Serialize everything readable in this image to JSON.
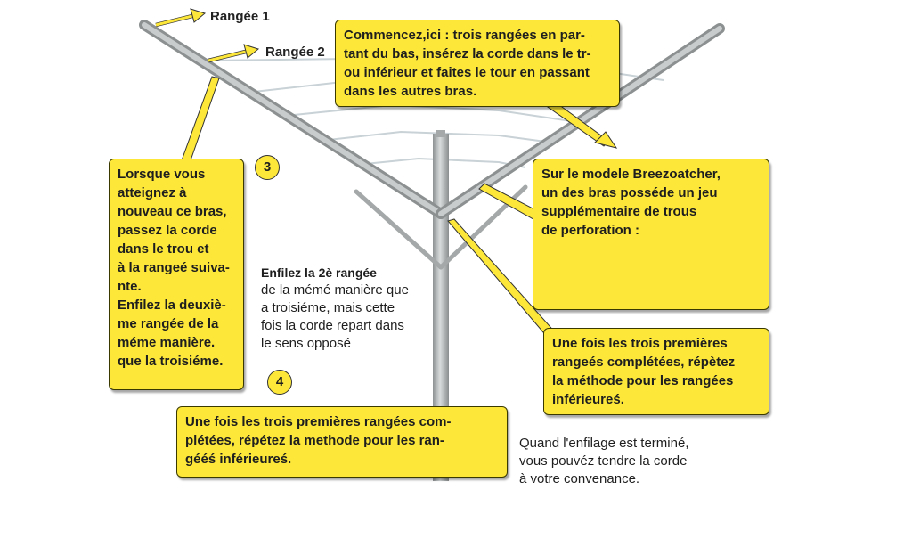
{
  "labels": {
    "row1": "Rangée 1",
    "row2": "Rangée 2",
    "step3": "3",
    "step4": "4"
  },
  "boxes": {
    "start": "Commencez,ici : trois rangées en par-\ntant du bas, insérez la corde dans le tr-\nou inférieur et faites le tour en passant\ndans les autres bras.",
    "left": "Lorsque vous\natteignez à\nnouveau ce bras,\npassez la corde\ndans le trou et\nà la rangeé suiva-\nnte.\nEnfilez la deuxiè-\nme rangée de la\nméme manière.\nque la troisiéme.",
    "breeze": "Sur le modele Breezoatcher,\nun des bras posséde un jeu\nsupplémentaire de trous\nde perforation :",
    "right_repeat": "Une fois les trois premières\nrangeés complétées, répètez\nla méthode pour les rangées\ninférieureś.",
    "bottom_repeat": "Une fois les trois premières rangées com-\nplétées, répétez la methode pour les ran-\ngééś inférieureś."
  },
  "texts": {
    "second_row_heading": "Enfilez la 2è rangée",
    "second_row_body": "de la mémé manière que\na troisiéme, mais cette\nfois la corde repart dans\nle sens opposé",
    "final": "Quand l'enfilage est terminé,\nvous pouvéz tendre la corde\nà votre convenance."
  },
  "colors": {
    "callout_fill": "#fde83a",
    "metal": "#b8bcbc",
    "metal_dark": "#8c9090",
    "line": "#c9d2d6"
  }
}
